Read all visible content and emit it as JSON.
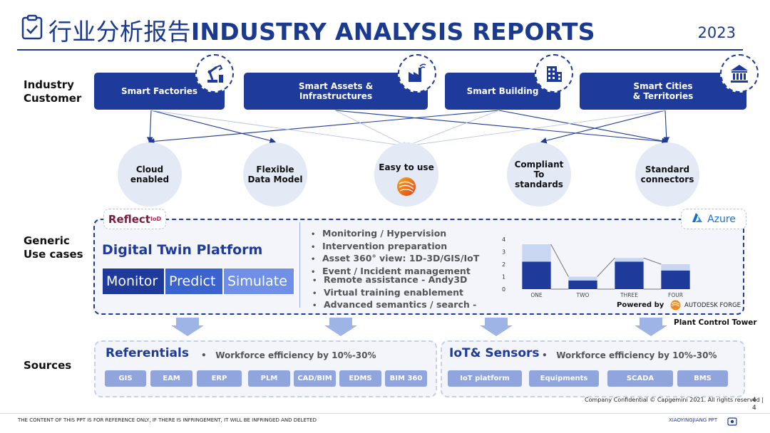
{
  "header": {
    "title_cn": "行业分析报告",
    "title_en": "INDUSTRY ANALYSIS REPORTS",
    "year": "2023"
  },
  "rows": {
    "industry": "Industry Customer",
    "generic": "Generic Use cases",
    "sources": "Sources"
  },
  "industry_customers": [
    {
      "label": "Smart Factories",
      "icon": "robot-arm-icon"
    },
    {
      "label": "Smart Assets & Infrastructures",
      "icon": "factory-icon"
    },
    {
      "label": "Smart Building",
      "icon": "building-icon"
    },
    {
      "label": "Smart Cities & Territories",
      "icon": "government-building-icon"
    }
  ],
  "features": [
    {
      "label": "Cloud enabled"
    },
    {
      "label": "Flexible Data Model"
    },
    {
      "label": "Easy to use",
      "icon": "autodesk-forge-logo-icon"
    },
    {
      "label": "Compliant  To standards"
    },
    {
      "label": "Standard connectors"
    }
  ],
  "platform": {
    "logo_main": "Reflect",
    "logo_sup": "IoD",
    "azure_label": "Azure",
    "title": "Digital Twin Platform",
    "modes": [
      "Monitor",
      "Predict",
      "Simulate"
    ],
    "bullets_1": [
      "Monitoring / Hypervision",
      "Intervention preparation",
      "Asset 360° view: 1D-3D/GIS/IoT",
      "Event / Incident management"
    ],
    "bullets_2": [
      "Remote assistance - Andy3D",
      "Virtual training enablement",
      "Advanced semantics / search -"
    ],
    "powered_by": "Powered by",
    "forge_label": "AUTODESK FORGE",
    "plant_tower": "Plant Control Tower"
  },
  "chart_data": {
    "type": "bar",
    "categories": [
      "ONE",
      "TWO",
      "THREE",
      "FOUR"
    ],
    "series": [
      {
        "values": [
          2.2,
          0.7,
          2.2,
          1.5
        ],
        "color": "#1e3a9a"
      },
      {
        "values": [
          1.4,
          0.3,
          0.3,
          0.5
        ],
        "color": "#c9d6f2"
      }
    ],
    "ylim": [
      0,
      4
    ],
    "yticks": [
      0,
      1,
      2,
      3,
      4
    ]
  },
  "sources": {
    "left": {
      "title": "Referentials",
      "subtitle": "Workforce efficiency by 10%-30%",
      "chips": [
        "GIS",
        "EAM",
        "ERP",
        "PLM",
        "CAD/BIM",
        "EDMS",
        "BIM 360"
      ]
    },
    "right": {
      "title": "IoT& Sensors",
      "subtitle": "Workforce efficiency by 10%-30%",
      "chips": [
        "IoT platform",
        "Equipments",
        "SCADA",
        "BMS"
      ]
    }
  },
  "footer": {
    "confidential": "Company Confidential © Capgemini 2021. All rights reserved  |",
    "page_a": "4",
    "page_b": "4",
    "disclaimer": "THE CONTENT OF THIS PPT IS FOR REFERENCE ONLY, IF THERE IS INFRINGEMENT, IT WILL BE INFRINGED AND DELETED",
    "brand": "XIAOYINGJIANG PPT"
  },
  "colors": {
    "brand": "#1e3a9a",
    "light": "#e4e9f6",
    "chip": "#8fa5dc"
  }
}
